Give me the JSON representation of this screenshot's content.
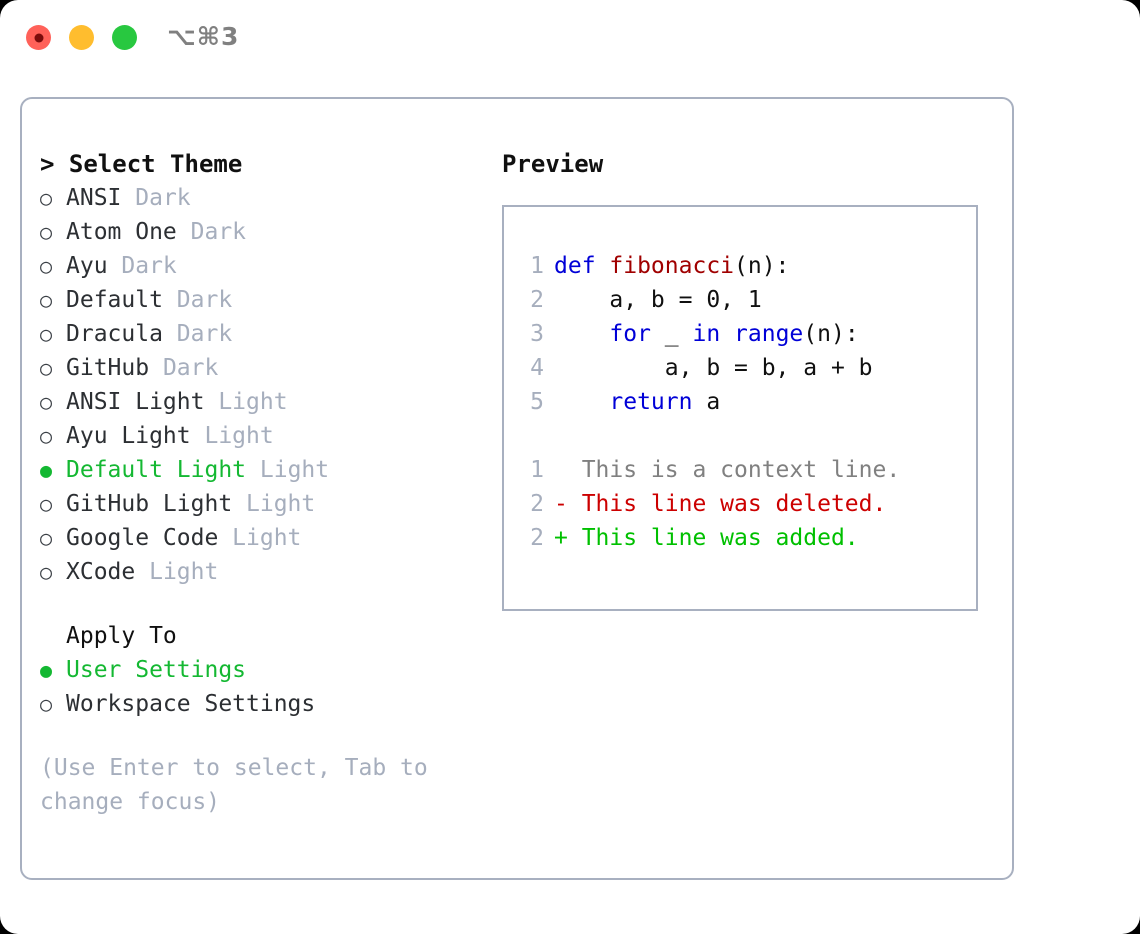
{
  "titlebar": {
    "shortcut": "⌥⌘3",
    "lights": [
      {
        "name": "close-button",
        "color": "#ff6159"
      },
      {
        "name": "minimize-button",
        "color": "#ffbd2e"
      },
      {
        "name": "maximize-button",
        "color": "#28c840"
      }
    ]
  },
  "left": {
    "title": "> Select Theme",
    "marker_unselected": "○",
    "marker_selected": "●",
    "themes": [
      {
        "name": "ANSI",
        "mode": "Dark",
        "selected": false
      },
      {
        "name": "Atom One",
        "mode": "Dark",
        "selected": false
      },
      {
        "name": "Ayu",
        "mode": "Dark",
        "selected": false
      },
      {
        "name": "Default",
        "mode": "Dark",
        "selected": false
      },
      {
        "name": "Dracula",
        "mode": "Dark",
        "selected": false
      },
      {
        "name": "GitHub",
        "mode": "Dark",
        "selected": false
      },
      {
        "name": "ANSI Light",
        "mode": "Light",
        "selected": false
      },
      {
        "name": "Ayu Light",
        "mode": "Light",
        "selected": false
      },
      {
        "name": "Default Light",
        "mode": "Light",
        "selected": true
      },
      {
        "name": "GitHub Light",
        "mode": "Light",
        "selected": false
      },
      {
        "name": "Google Code",
        "mode": "Light",
        "selected": false
      },
      {
        "name": "XCode",
        "mode": "Light",
        "selected": false
      }
    ],
    "apply_to_label": "Apply To",
    "apply_to_options": [
      {
        "name": "User Settings",
        "selected": true
      },
      {
        "name": "Workspace Settings",
        "selected": false
      }
    ],
    "hint": "(Use Enter to select, Tab to change focus)"
  },
  "right": {
    "title": "Preview",
    "code_lines": [
      {
        "num": "1",
        "segments": [
          {
            "t": "def ",
            "k": "kw"
          },
          {
            "t": "fibonacci",
            "k": "fn"
          },
          {
            "t": "(n):",
            "k": "pl"
          }
        ]
      },
      {
        "num": "2",
        "segments": [
          {
            "t": "    a, b = 0, 1",
            "k": "pl"
          }
        ]
      },
      {
        "num": "3",
        "segments": [
          {
            "t": "    ",
            "k": "pl"
          },
          {
            "t": "for",
            "k": "kw"
          },
          {
            "t": " _ ",
            "k": "pl"
          },
          {
            "t": "in",
            "k": "kw"
          },
          {
            "t": " ",
            "k": "pl"
          },
          {
            "t": "range",
            "k": "kw"
          },
          {
            "t": "(n):",
            "k": "pl"
          }
        ]
      },
      {
        "num": "4",
        "segments": [
          {
            "t": "        a, b = b, a + b",
            "k": "pl"
          }
        ]
      },
      {
        "num": "5",
        "segments": [
          {
            "t": "    ",
            "k": "pl"
          },
          {
            "t": "return",
            "k": "kw"
          },
          {
            "t": " a",
            "k": "pl"
          }
        ]
      }
    ],
    "diff_lines": [
      {
        "num": "1",
        "text": "  This is a context line.",
        "k": "ctx"
      },
      {
        "num": "2",
        "text": "- This line was deleted.",
        "k": "del"
      },
      {
        "num": "2",
        "text": "+ This line was added.",
        "k": "add"
      }
    ]
  },
  "colors": {
    "selected_green": "#14b832",
    "muted_gray": "#a6aebd",
    "keyword_blue": "#0000d7",
    "function_red": "#a00000",
    "diff_deleted": "#cc0000",
    "diff_added": "#00c000",
    "border": "#a8b0c0"
  }
}
